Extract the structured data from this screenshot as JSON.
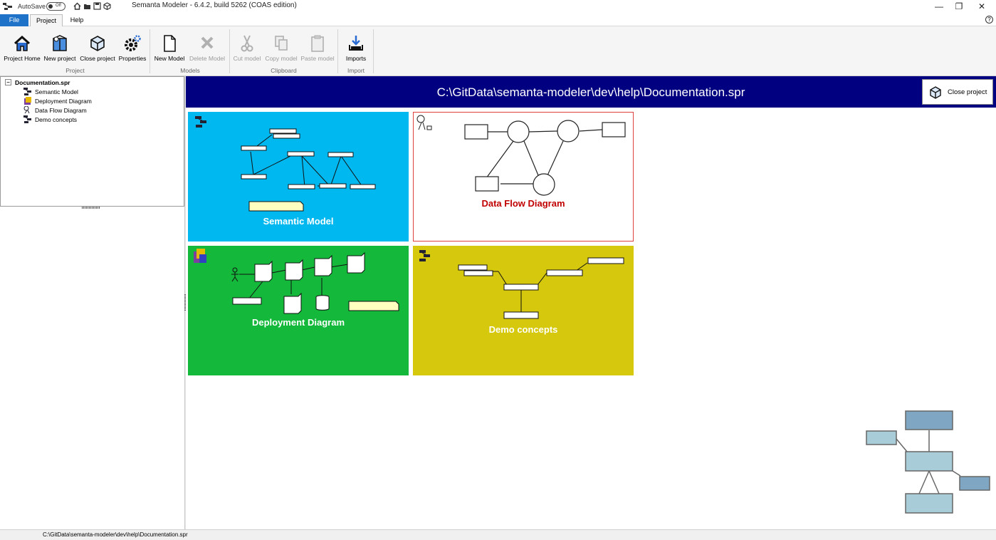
{
  "window": {
    "title": "Semanta Modeler - 6.4.2, build 5262 (COAS edition)",
    "autosave_label": "AutoSave",
    "autosave_state": "Off",
    "minimize": "—",
    "restore": "❐",
    "close": "✕"
  },
  "tabs": {
    "file": "File",
    "project": "Project",
    "help": "Help",
    "help_icon": "?"
  },
  "ribbon": {
    "groups": {
      "project": "Project",
      "models": "Models",
      "clipboard": "Clipboard",
      "import": "Import"
    },
    "buttons": {
      "project_home": "Project Home",
      "new_project": "New project",
      "close_project": "Close project",
      "properties": "Properties",
      "new_model": "New Model",
      "delete_model": "Delete Model",
      "cut_model": "Cut model",
      "copy_model": "Copy model",
      "paste_model": "Paste model",
      "imports": "Imports"
    }
  },
  "tree": {
    "root": "Documentation.spr",
    "expander": "−",
    "items": [
      {
        "label": "Semantic Model",
        "icon": "semantic-model-icon"
      },
      {
        "label": "Deployment Diagram",
        "icon": "deployment-diagram-icon"
      },
      {
        "label": "Data Flow Diagram",
        "icon": "data-flow-diagram-icon"
      },
      {
        "label": "Demo concepts",
        "icon": "semantic-model-icon"
      }
    ]
  },
  "main": {
    "project_path": "C:\\GitData\\semanta-modeler\\dev\\help\\Documentation.spr",
    "close_project": "Close project",
    "tiles": [
      {
        "title": "Semantic Model",
        "color": "#00b8f0",
        "text_color": "#ffffff"
      },
      {
        "title": "Data Flow Diagram",
        "color": "#ffffff",
        "text_color": "#c00000"
      },
      {
        "title": "Deployment Diagram",
        "color": "#14b83a",
        "text_color": "#ffffff"
      },
      {
        "title": "Demo concepts",
        "color": "#d6c80d",
        "text_color": "#ffffff"
      }
    ]
  },
  "status": {
    "path": "C:\\GitData\\semanta-modeler\\dev\\help\\Documentation.spr"
  },
  "colors": {
    "header": "#000080",
    "file_tab": "#1e72c8",
    "accent_border": "#e04040"
  }
}
